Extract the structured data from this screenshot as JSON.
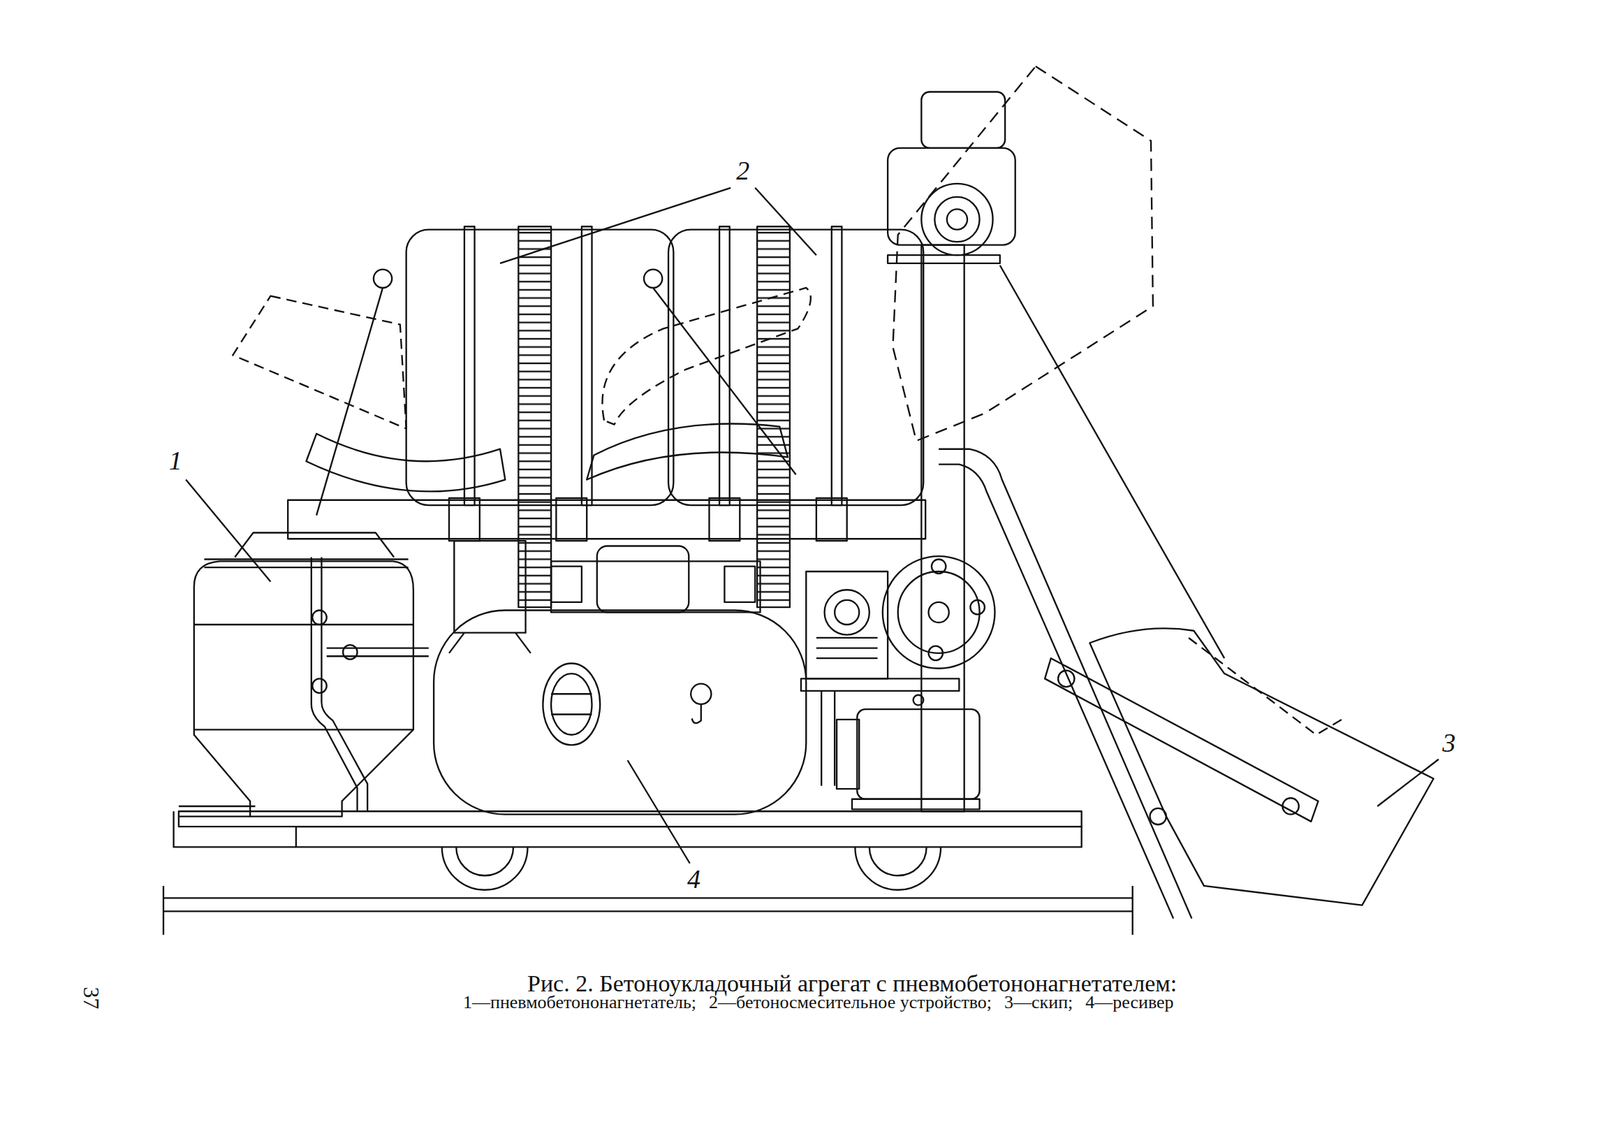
{
  "diagram": {
    "caption": "Рис. 2. Бетоноукладочный агрегат с пневмобетононагнетателем:",
    "labels": [
      "2",
      "1",
      "3",
      "4",
      "37",
      "1—пневмобетононагнетатель;",
      "2—бетоносмесительное устройство;",
      "3—скип;",
      "4—ресивер"
    ]
  }
}
